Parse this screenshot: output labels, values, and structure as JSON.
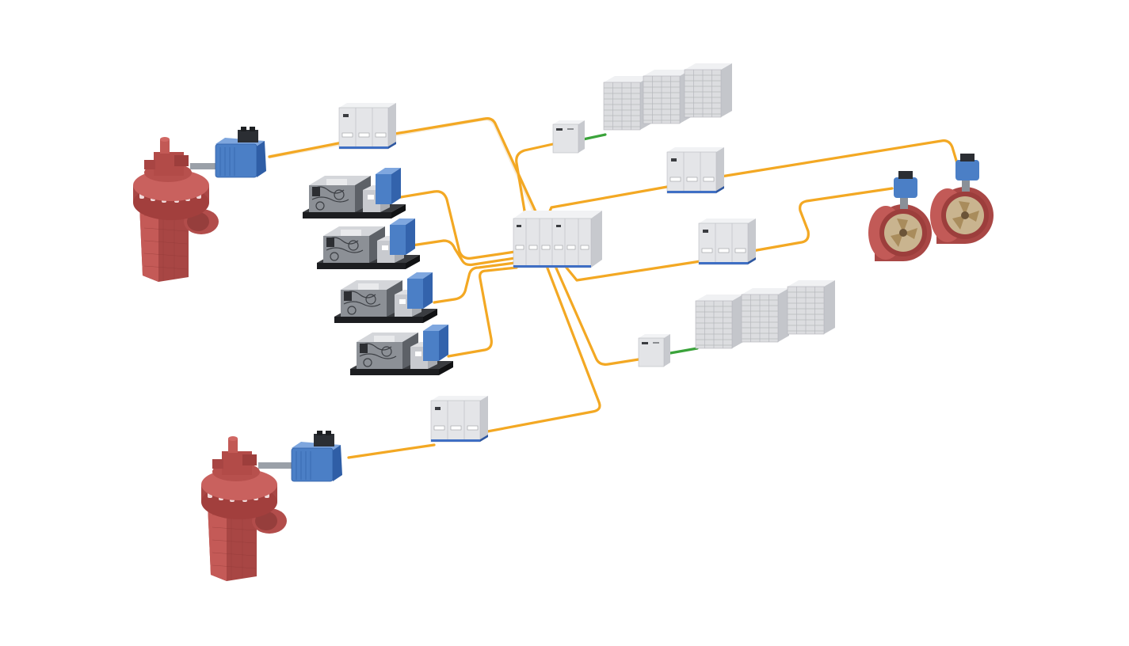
{
  "colors": {
    "background": "#ffffff",
    "ac_cable": "#f3a823",
    "dc_cable": "#3aa33a",
    "cabinet_front": "#e6e7ea",
    "cabinet_side": "#c9cbd0",
    "cabinet_accent": "#3f6fc4",
    "motor_blue": "#4b7fc6",
    "propulsor_red": "#b8514f",
    "battery_grey": "#d8d9dc",
    "genset_dark": "#2b2d31"
  },
  "components": {
    "azimuth_thrusters": 2,
    "propulsion_motors": 2,
    "diesel_generator_sets": 4,
    "switchboards": 1,
    "converter_cabinets": 4,
    "dc_dc_converters": 2,
    "battery_banks": 2,
    "tunnel_thrusters": 2
  },
  "icons": {
    "azimuth": "azimuth-thruster-icon",
    "motor": "electric-motor-icon",
    "genset": "diesel-generator-icon",
    "cabinet": "converter-cabinet-icon",
    "switchboard": "switchboard-icon",
    "battery": "battery-rack-icon",
    "tunnel": "tunnel-thruster-icon"
  }
}
